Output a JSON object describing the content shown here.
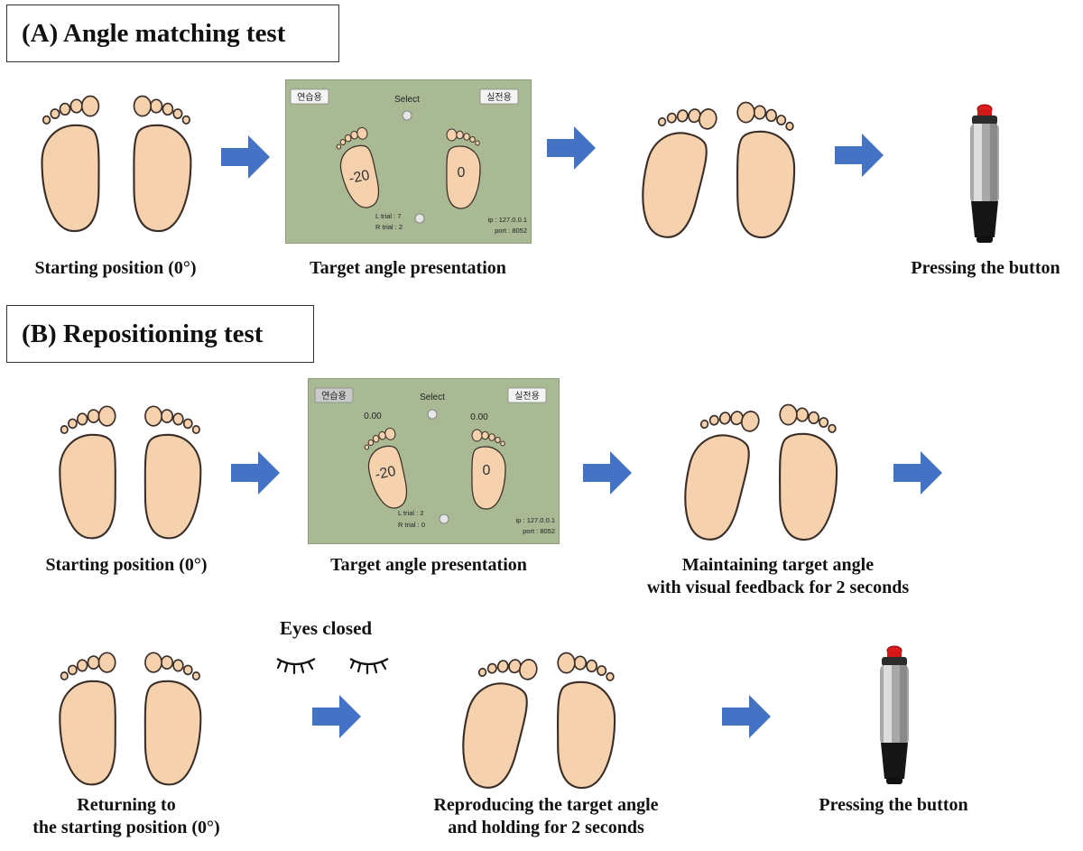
{
  "section_a": {
    "title": "(A) Angle matching test",
    "captions": {
      "start": "Starting position (0°)",
      "target": "Target angle presentation",
      "press": "Pressing the button"
    },
    "screen": {
      "btn_practice": "연습용",
      "btn_real": "실전용",
      "select": "Select",
      "left_angle": "-20",
      "right_angle": "0",
      "l_trial": "L trial : 7",
      "r_trial": "R trial : 2",
      "ip": "ip : 127.0.0.1",
      "port": "port : 8052"
    }
  },
  "section_b": {
    "title": "(B) Repositioning test",
    "captions": {
      "start": "Starting position (0°)",
      "target": "Target angle presentation",
      "maintain_1": "Maintaining target angle",
      "maintain_2": "with visual feedback for 2 seconds",
      "return_1": "Returning to",
      "return_2": "the starting position (0°)",
      "reproduce_1": "Reproducing the target angle",
      "reproduce_2": "and holding for 2 seconds",
      "press": "Pressing the button"
    },
    "eyes_label": "Eyes closed",
    "screen": {
      "btn_practice": "연습용",
      "btn_real": "실전용",
      "select": "Select",
      "left_value": "0.00",
      "right_value": "0.00",
      "left_angle": "-20",
      "right_angle": "0",
      "l_trial": "L trial : 2",
      "r_trial": "R trial : 0",
      "ip": "ip : 127.0.0.1",
      "port": "port : 8052"
    }
  },
  "colors": {
    "arrow": "#4472c4",
    "foot_fill": "#f6d1ad",
    "screen_bg": "#a9b993",
    "button_cap": "#e01b1b"
  }
}
